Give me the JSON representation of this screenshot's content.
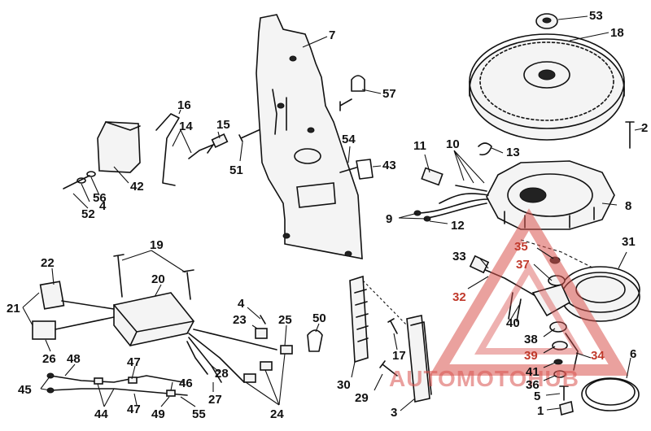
{
  "labels": {
    "l53": "53",
    "l18": "18",
    "l2": "2",
    "l7": "7",
    "l57": "57",
    "l16": "16",
    "l14": "14",
    "l15": "15",
    "l51": "51",
    "l54": "54",
    "l43": "43",
    "l42": "42",
    "l56": "56",
    "l4a": "4",
    "l52": "52",
    "l11": "11",
    "l10": "10",
    "l13": "13",
    "l8": "8",
    "l9": "9",
    "l12": "12",
    "l31": "31",
    "l35": "35",
    "l37": "37",
    "l33": "33",
    "l32": "32",
    "l40": "40",
    "l38": "38",
    "l39": "39",
    "l41": "41",
    "l36": "36",
    "l34": "34",
    "l6": "6",
    "l5": "5",
    "l1": "1",
    "l3": "3",
    "l19": "19",
    "l22": "22",
    "l20": "20",
    "l21": "21",
    "l26": "26",
    "l4b": "4",
    "l23": "23",
    "l25": "25",
    "l50": "50",
    "l17": "17",
    "l28": "28",
    "l27": "27",
    "l24": "24",
    "l30": "30",
    "l29": "29",
    "l48": "48",
    "l47a": "47",
    "l45": "45",
    "l46": "46",
    "l44": "44",
    "l47b": "47",
    "l49": "49",
    "l55": "55"
  },
  "watermark": {
    "text": "AUTOMOTOHUB",
    "color": "#d9534f"
  }
}
